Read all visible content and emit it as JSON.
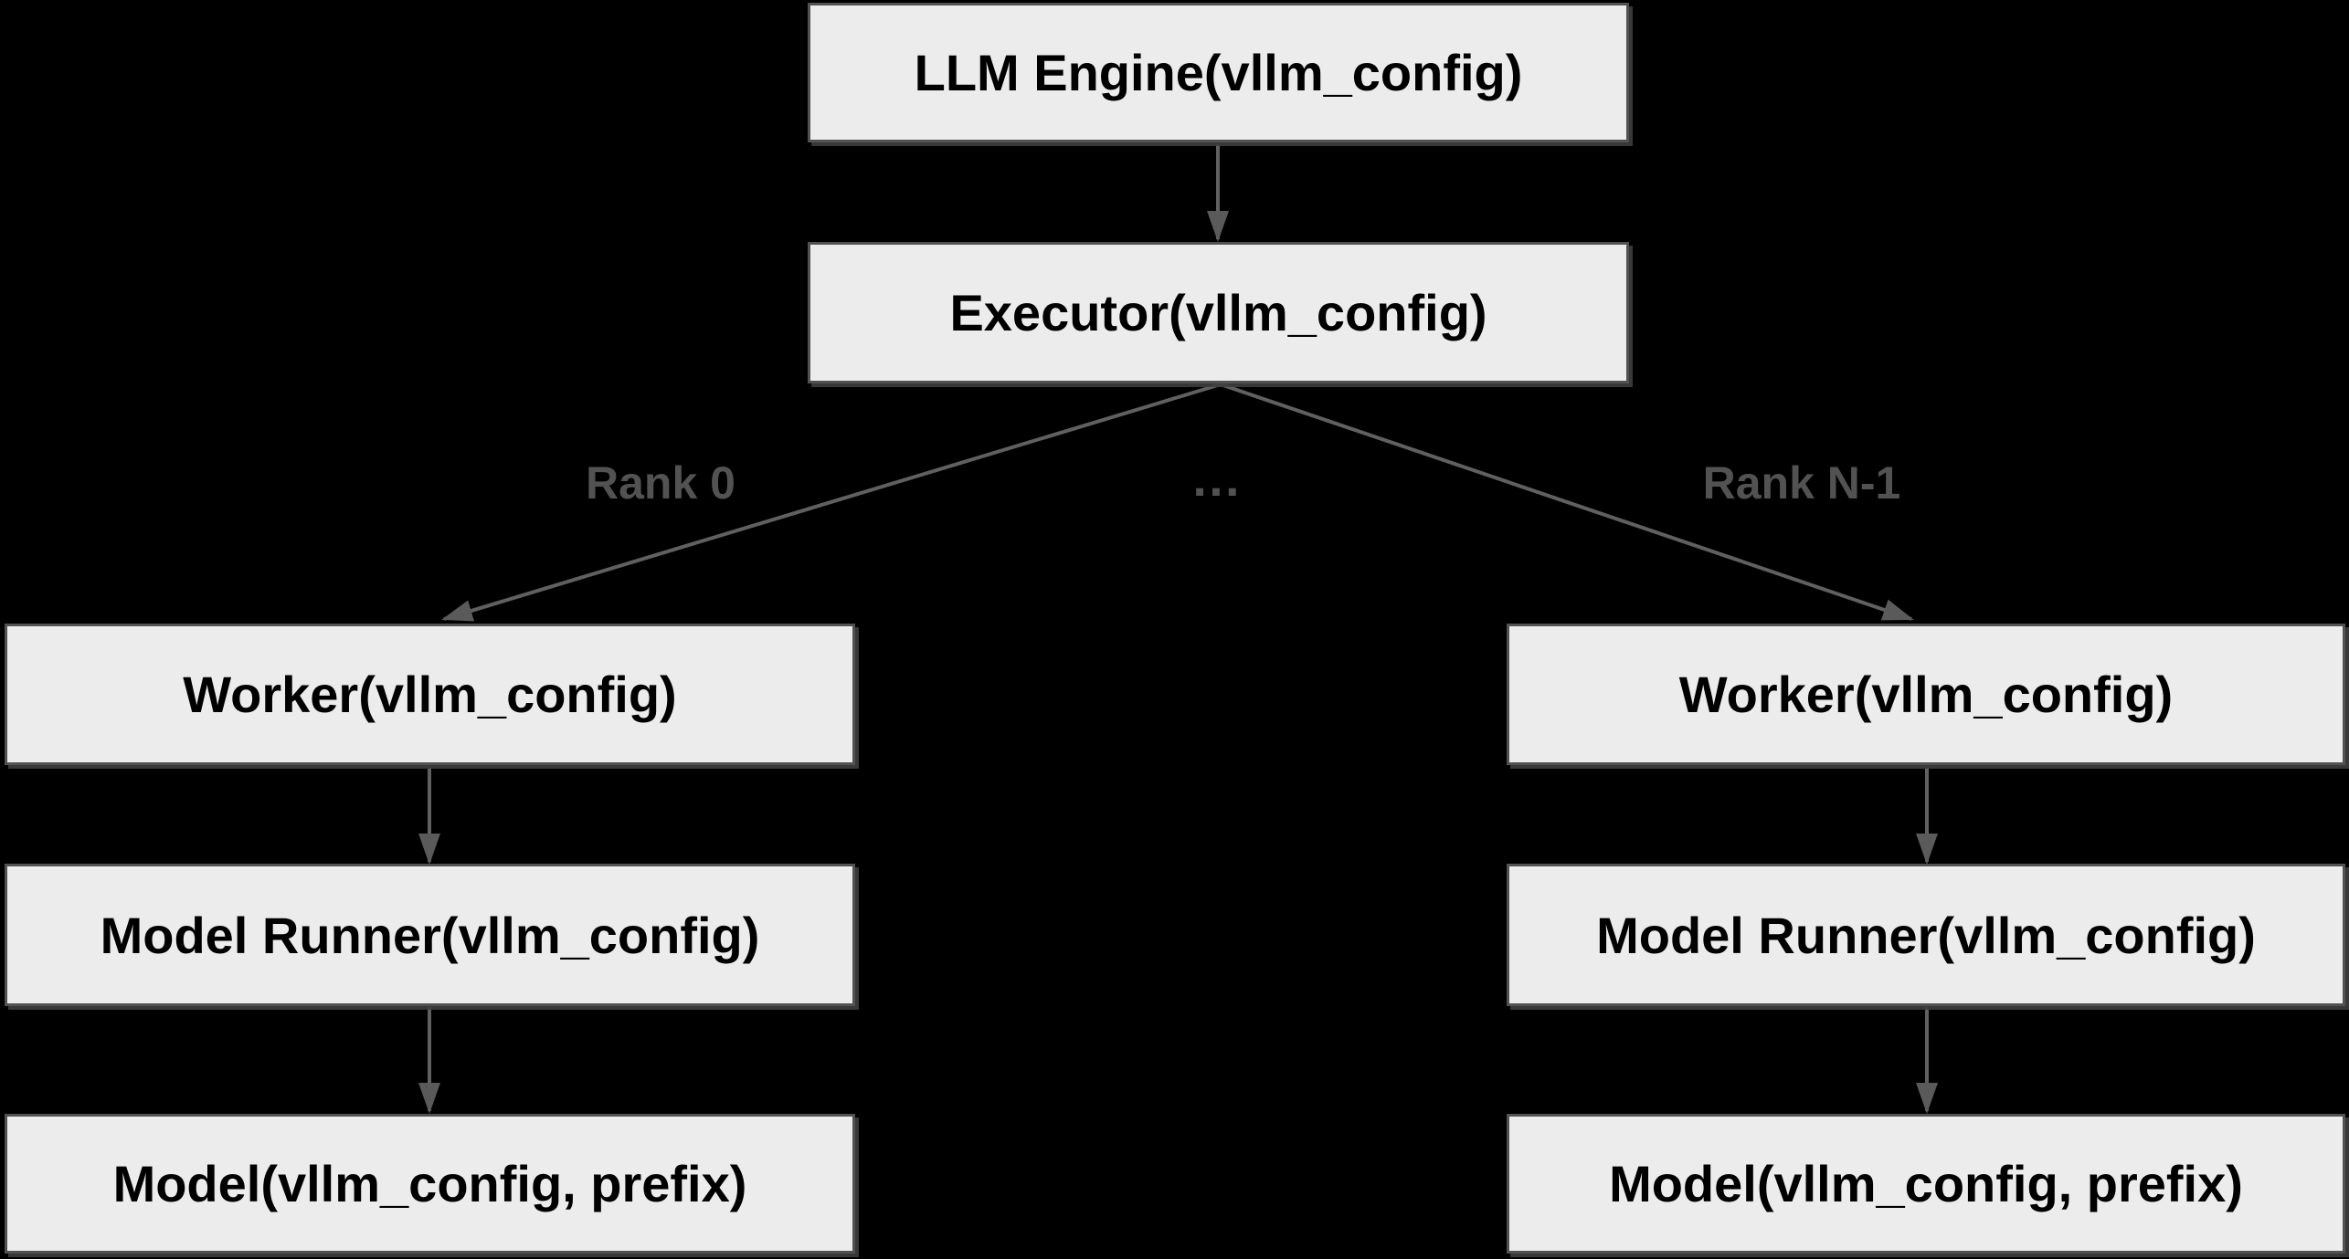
{
  "diagram": {
    "background_color": "#000000",
    "node_fill_color": "#ececec",
    "node_border_color": "#525252",
    "node_text_color": "#000000",
    "edge_color": "#606060",
    "edge_label_color": "#525252",
    "nodes": {
      "llm_engine": {
        "label": "LLM Engine(vllm_config)"
      },
      "executor": {
        "label": "Executor(vllm_config)"
      },
      "worker_rank0": {
        "label": "Worker(vllm_config)"
      },
      "worker_rankn": {
        "label": "Worker(vllm_config)"
      },
      "model_runner_rank0": {
        "label": "Model Runner(vllm_config)"
      },
      "model_runner_rankn": {
        "label": "Model Runner(vllm_config)"
      },
      "model_rank0": {
        "label": "Model(vllm_config, prefix)"
      },
      "model_rankn": {
        "label": "Model(vllm_config, prefix)"
      }
    },
    "edge_labels": {
      "rank0": "Rank 0",
      "ellipsis": "…",
      "rank_n_minus_1": "Rank N-1"
    }
  }
}
